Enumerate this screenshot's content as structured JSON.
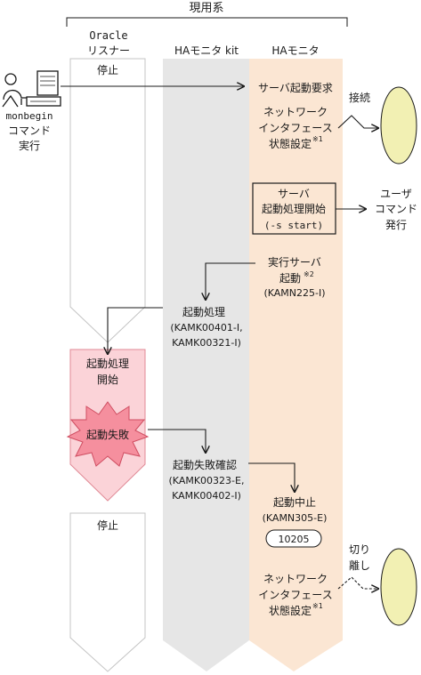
{
  "header": {
    "system": "現用系",
    "columns": {
      "oracle_line1": "Oracle",
      "oracle_line2": "リスナー",
      "ha_kit": "HAモニタ kit",
      "ha_monitor": "HAモニタ"
    }
  },
  "actor": {
    "command_line1": "monbegin",
    "command_line2": "コマンド",
    "command_line3": "実行"
  },
  "listener": {
    "stop_top": "停止",
    "start_line1": "起動処理",
    "start_line2": "開始",
    "failure": "起動失敗",
    "stop_bottom": "停止"
  },
  "ha_kit": {
    "start_line1": "起動処理",
    "start_line2": "(KAMK00401-I,",
    "start_line3": "KAMK00321-I)",
    "fail_check_line1": "起動失敗確認",
    "fail_check_line2": "(KAMK00323-E,",
    "fail_check_line3": "KAMK00402-I)"
  },
  "ha_monitor": {
    "server_start_request": "サーバ起動要求",
    "network_line1": "ネットワーク",
    "network_line2": "インタフェース",
    "network_line3": "状態設定",
    "note_mark_1": "※1",
    "server_box_line1": "サーバ",
    "server_box_line2": "起動処理開始",
    "server_box_line3": "(-s start)",
    "exec_server_line1": "実行サーバ",
    "exec_server_line2": "起動",
    "note_mark_2": "※2",
    "exec_server_line3": "(KAMN225-I)",
    "abort_line1": "起動中止",
    "abort_line2": "(KAMN305-E)",
    "code_badge": "10205",
    "network2_line1": "ネットワーク",
    "network2_line2": "インタフェース",
    "network2_line3": "状態設定",
    "note_mark_3": "※1"
  },
  "external": {
    "connect": "接続",
    "user_line1": "ユーザ",
    "user_line2": "コマンド",
    "user_line3": "発行",
    "detach_line1": "切り",
    "detach_line2": "離し"
  },
  "colors": {
    "ha_monitor_fill": "#fbe6d3",
    "ha_kit_fill": "#e6e6e6",
    "failure_box_fill": "#fbd3d8",
    "failure_burst_fill": "#f58f9e",
    "network_ellipse_fill": "#f2f0b3",
    "arrow": "#1a1a1a"
  }
}
